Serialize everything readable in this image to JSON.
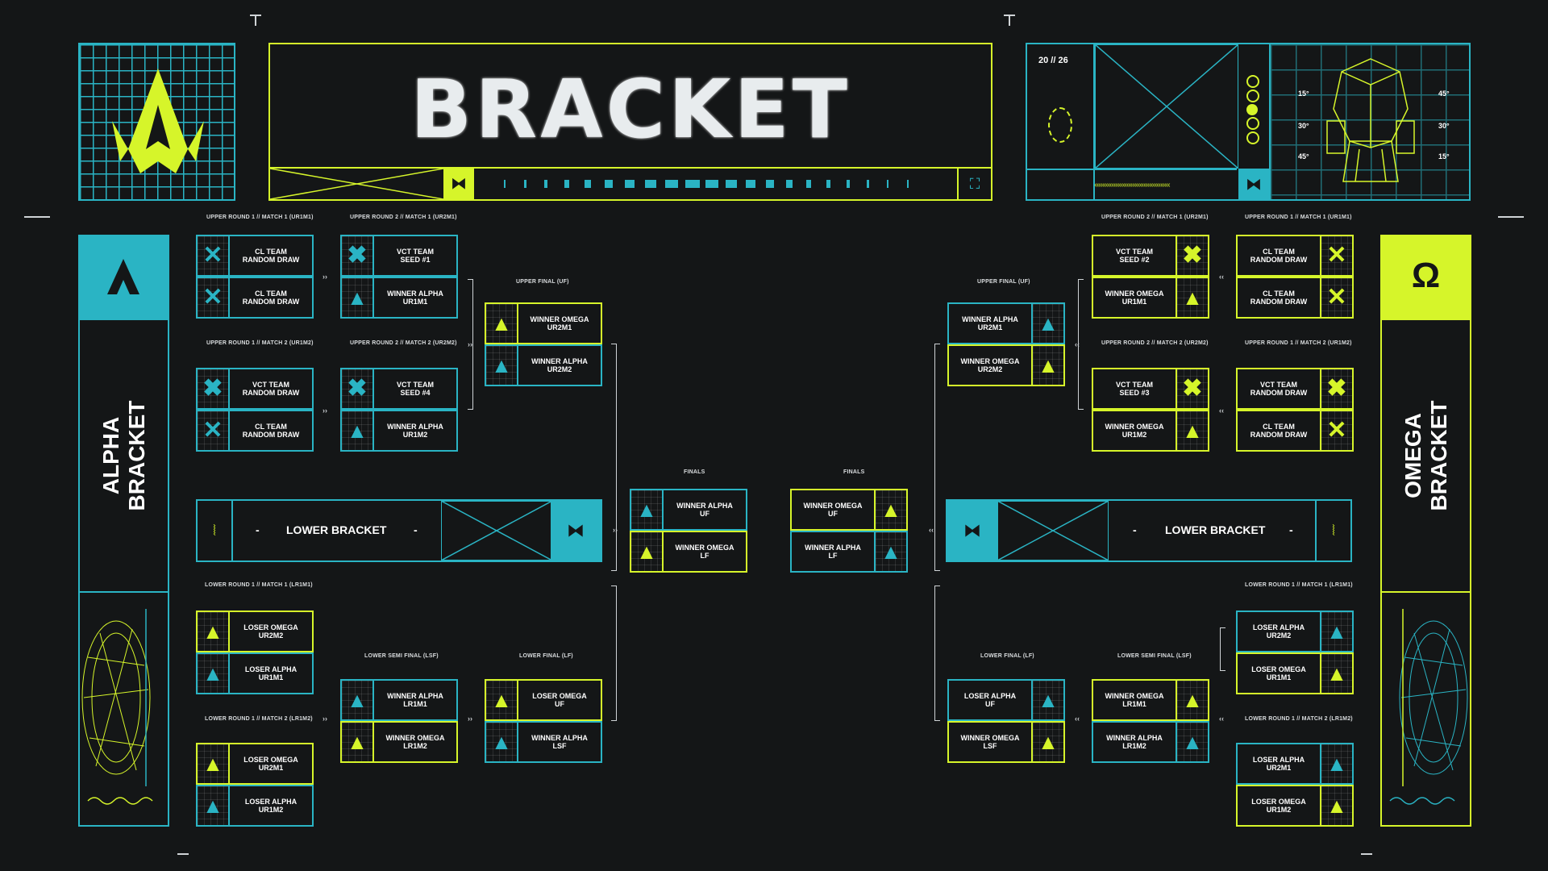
{
  "header": {
    "title": "BRACKET",
    "date": "20 // 26"
  },
  "colors": {
    "teal": "#2ab4c4",
    "lime": "#d6f52a",
    "background": "#141617"
  },
  "alpha": {
    "name": "ALPHA\nBRACKET",
    "logo": "A"
  },
  "omega": {
    "name": "OMEGA\nBRACKET",
    "logo": "Ω"
  },
  "lower_bracket_label": "LOWER BRACKET",
  "lower_bracket_dash": "-",
  "robot_angles": [
    "15°",
    "30°",
    "45°",
    "45°",
    "30°",
    "15°"
  ],
  "stage_labels": {
    "ur1m1": "UPPER ROUND 1 // MATCH 1 (UR1M1)",
    "ur2m1": "UPPER ROUND 2 // MATCH 1 (UR2M1)",
    "ur1m2": "UPPER ROUND 1 // MATCH 2 (UR1M2)",
    "ur2m2": "UPPER ROUND 2 // MATCH 2 (UR2M2)",
    "uf": "UPPER FINAL (UF)",
    "finals": "FINALS",
    "lr1m1": "LOWER ROUND 1 // MATCH 1 (LR1M1)",
    "lr1m2": "LOWER ROUND 1 // MATCH 2 (LR1M2)",
    "lsf": "LOWER SEMI FINAL (LSF)",
    "lf": "LOWER FINAL (LF)"
  },
  "matches": {
    "a_ur1m1": [
      "CL TEAM\nRANDOM DRAW",
      "CL TEAM\nRANDOM DRAW"
    ],
    "a_ur2m1": [
      "VCT TEAM\nSEED #1",
      "WINNER ALPHA\nUR1M1"
    ],
    "a_ur1m2": [
      "VCT TEAM\nRANDOM DRAW",
      "CL TEAM\nRANDOM DRAW"
    ],
    "a_ur2m2": [
      "VCT TEAM\nSEED #4",
      "WINNER ALPHA\nUR1M2"
    ],
    "a_uf": [
      "WINNER OMEGA\nUR2M1",
      "WINNER ALPHA\nUR2M2"
    ],
    "a_final": [
      "WINNER ALPHA\nUF",
      "WINNER OMEGA\nLF"
    ],
    "a_lr1m1": [
      "LOSER OMEGA\nUR2M2",
      "LOSER ALPHA\nUR1M1"
    ],
    "a_lr1m2": [
      "LOSER OMEGA\nUR2M1",
      "LOSER ALPHA\nUR1M2"
    ],
    "a_lsf": [
      "WINNER ALPHA\nLR1M1",
      "WINNER OMEGA\nLR1M2"
    ],
    "a_lf": [
      "LOSER OMEGA\nUF",
      "WINNER ALPHA\nLSF"
    ],
    "o_ur1m1": [
      "CL TEAM\nRANDOM DRAW",
      "CL TEAM\nRANDOM DRAW"
    ],
    "o_ur2m1": [
      "VCT TEAM\nSEED #2",
      "WINNER OMEGA\nUR1M1"
    ],
    "o_ur1m2": [
      "VCT TEAM\nRANDOM DRAW",
      "CL TEAM\nRANDOM DRAW"
    ],
    "o_ur2m2": [
      "VCT TEAM\nSEED #3",
      "WINNER OMEGA\nUR1M2"
    ],
    "o_uf": [
      "WINNER ALPHA\nUR2M1",
      "WINNER OMEGA\nUR2M2"
    ],
    "o_final": [
      "WINNER OMEGA\nUF",
      "WINNER ALPHA\nLF"
    ],
    "o_lr1m1": [
      "LOSER ALPHA\nUR2M2",
      "LOSER OMEGA\nUR1M1"
    ],
    "o_lr1m2": [
      "LOSER ALPHA\nUR2M1",
      "LOSER OMEGA\nUR1M2"
    ],
    "o_lsf": [
      "WINNER OMEGA\nLR1M1",
      "WINNER ALPHA\nLR1M2"
    ],
    "o_lf": [
      "LOSER ALPHA\nUF",
      "WINNER OMEGA\nLSF"
    ]
  }
}
